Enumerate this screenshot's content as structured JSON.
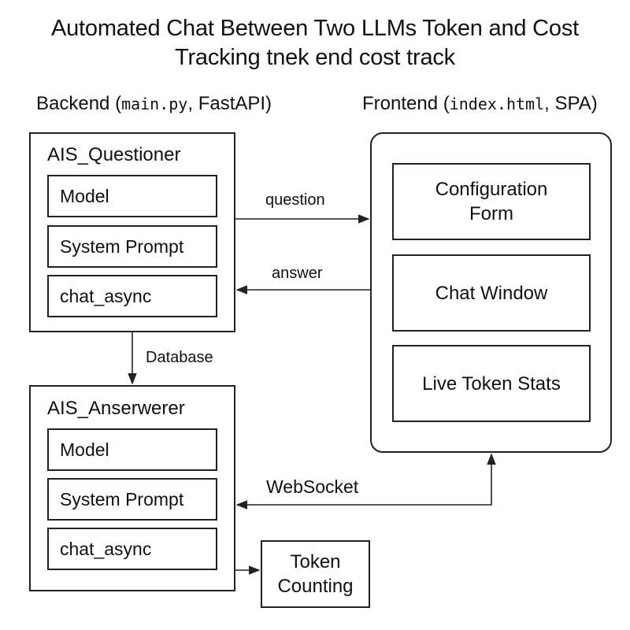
{
  "title": {
    "line1": "Automated Chat Between Two LLMs Token and Cost",
    "line2": "Tracking tnek end cost track"
  },
  "backend": {
    "heading_prefix": "Backend (",
    "heading_code": "main.py",
    "heading_suffix": ", FastAPI)",
    "questioner": {
      "title": "AIS_Questioner",
      "fields": [
        "Model",
        "System Prompt",
        "chat_async"
      ]
    },
    "answerer": {
      "title": "AIS_Anserwerer",
      "fields": [
        "Model",
        "System Prompt",
        "chat_async"
      ]
    },
    "token_counting": "Token\nCounting"
  },
  "frontend": {
    "heading_prefix": "Frontend (",
    "heading_code": "index.html",
    "heading_suffix": ", SPA)",
    "panels": [
      "Configuration\nForm",
      "Chat Window",
      "Live Token Stats"
    ]
  },
  "connections": {
    "question": "question",
    "answer": "answer",
    "database": "Database",
    "websocket": "WebSocket"
  }
}
